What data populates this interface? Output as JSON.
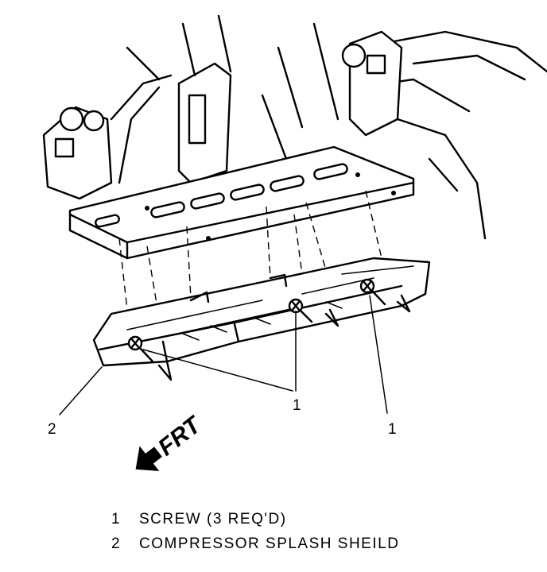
{
  "callouts": {
    "screw_a": "1",
    "screw_b": "1",
    "shield": "2"
  },
  "direction": {
    "label": "FRT"
  },
  "legend": [
    {
      "number": "1",
      "text": "SCREW (3 REQ'D)"
    },
    {
      "number": "2",
      "text": "COMPRESSOR SPLASH SHEILD"
    }
  ]
}
